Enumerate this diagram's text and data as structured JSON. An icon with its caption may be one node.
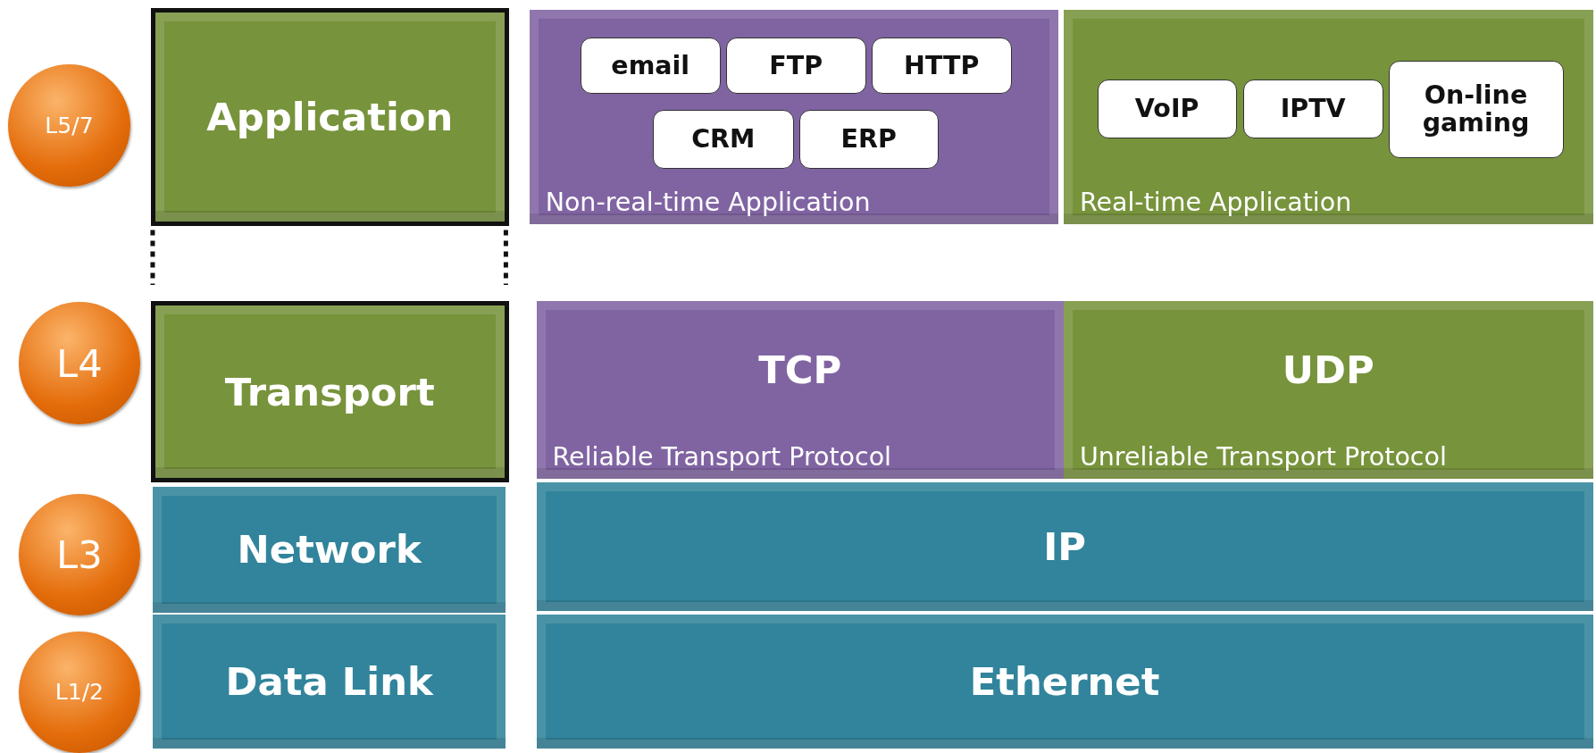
{
  "diagram": {
    "nodes": [
      {
        "text": [
          "L5/7"
        ]
      },
      {
        "text": [
          "Application"
        ]
      },
      {
        "text": [
          "Non-real-time Application"
        ]
      },
      {
        "text": [
          "email"
        ],
        "in": 2
      },
      {
        "text": [
          "FTP"
        ],
        "in": 2
      },
      {
        "text": [
          "HTTP"
        ],
        "in": 2
      },
      {
        "text": [
          "CRM"
        ],
        "in": 2
      },
      {
        "text": [
          "ERP"
        ],
        "in": 2
      },
      {
        "text": [
          "Real-time Application"
        ]
      },
      {
        "text": [
          "VoIP"
        ],
        "in": 8
      },
      {
        "text": [
          "IPTV"
        ],
        "in": 8
      },
      {
        "text": [
          "On-line gaming"
        ],
        "in": 8
      },
      {
        "text": [
          "L4"
        ]
      },
      {
        "text": [
          "Transport"
        ]
      },
      {
        "text": [
          "TCP",
          "Reliable Transport Protocol"
        ]
      },
      {
        "text": [
          "UDP",
          "Unreliable Transport Protocol"
        ]
      },
      {
        "text": [
          "L3"
        ]
      },
      {
        "text": [
          "Network"
        ]
      },
      {
        "text": [
          "IP"
        ]
      },
      {
        "text": [
          "L1/2"
        ]
      },
      {
        "text": [
          "Data Link"
        ]
      },
      {
        "text": [
          "Ethernet"
        ]
      }
    ]
  }
}
